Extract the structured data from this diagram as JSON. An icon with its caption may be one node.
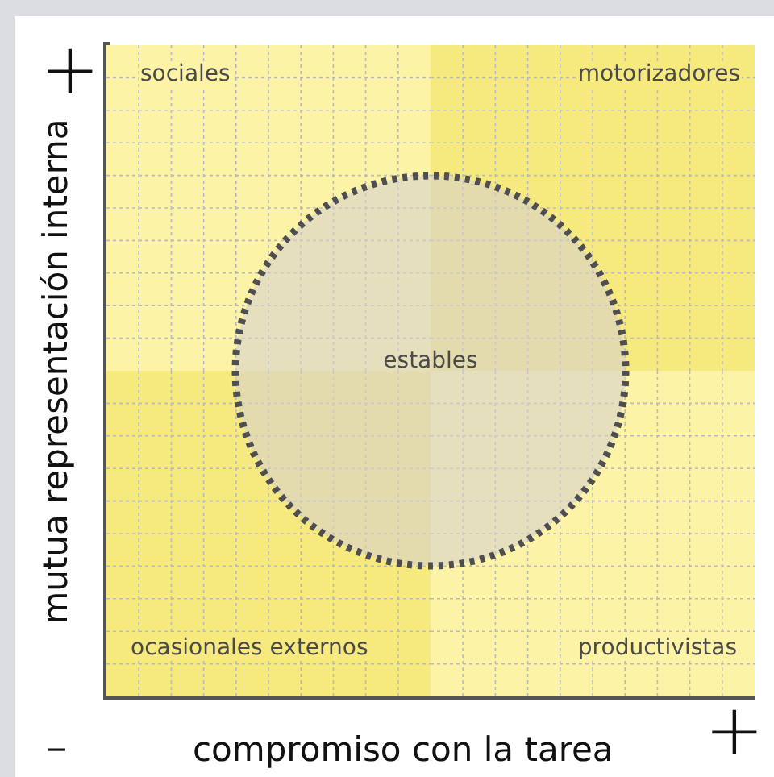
{
  "diagram": {
    "nodes": [
      {
        "text": [
          "sociales"
        ]
      },
      {
        "text": [
          "motorizadores"
        ]
      },
      {
        "text": [
          "ocasionales externos"
        ]
      },
      {
        "text": [
          "productivistas"
        ]
      },
      {
        "text": [
          "estables"
        ]
      }
    ],
    "labels": [
      "+",
      "mutua representación interna",
      "-",
      "compromiso con la tarea",
      "+"
    ]
  }
}
